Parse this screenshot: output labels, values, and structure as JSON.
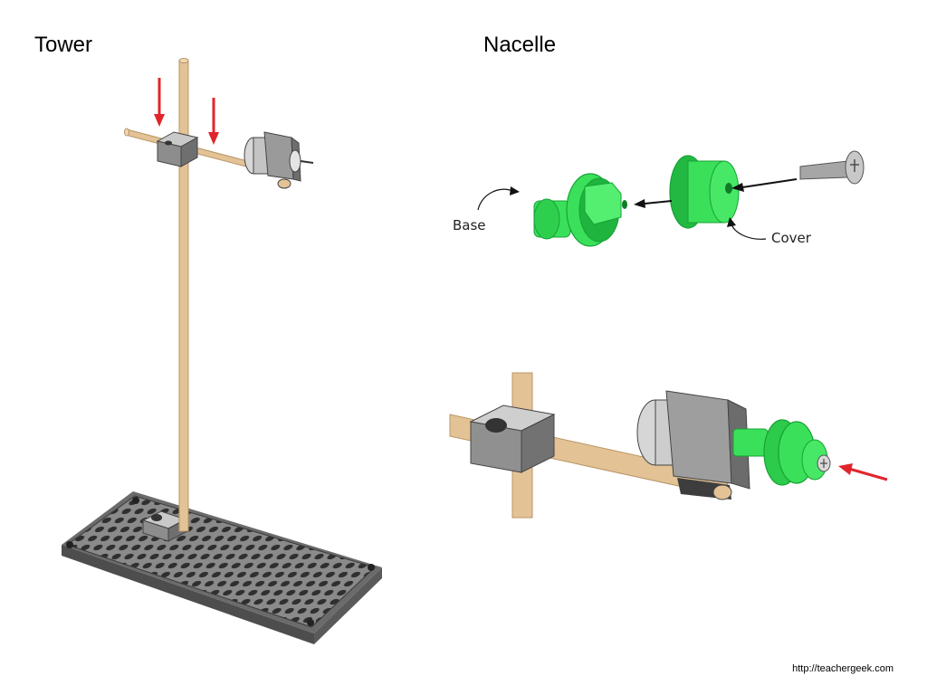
{
  "slide": {
    "tower_heading": "Tower",
    "nacelle_heading": "Nacelle",
    "source_url": "http://teachergeek.com"
  },
  "figures": {
    "tower": {
      "content": "tower-assembly-illustration"
    },
    "nacelle_exploded": {
      "base_label": "Base",
      "cover_label": "Cover"
    },
    "nacelle_assembled": {
      "content": "nacelle-mounted-illustration"
    }
  },
  "colors": {
    "dowel": "#e3c395",
    "dowel_edge": "#b99467",
    "plastic_gray": "#9a9a9a",
    "plastic_gray_dark": "#5e5e5e",
    "hub_green": "#3be05a",
    "hub_green_dark": "#17a236",
    "arrow_red": "#e0262c",
    "arrow_black": "#111111"
  }
}
